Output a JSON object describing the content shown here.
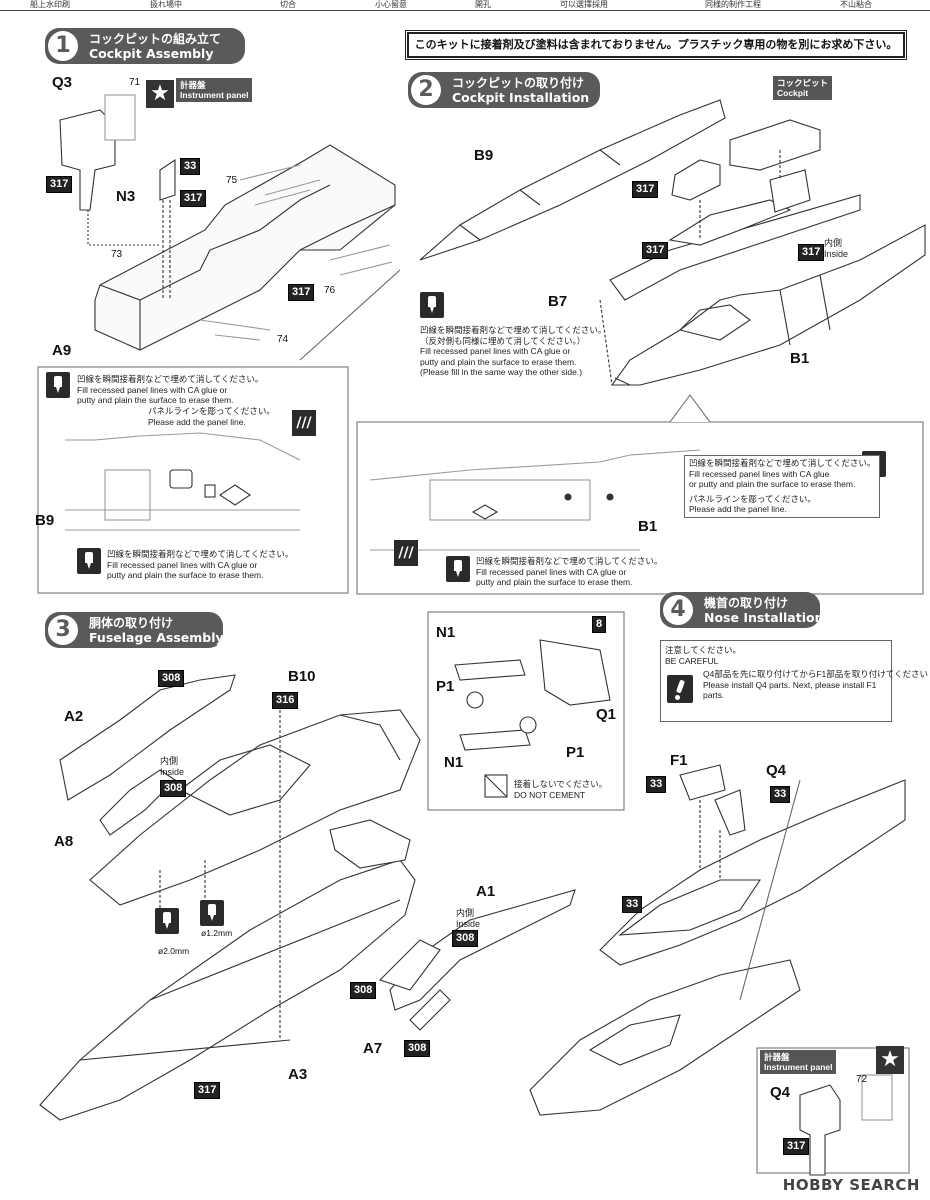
{
  "top_strip": {
    "cells": [
      "船上水印刷",
      "扱れ場中",
      "切合",
      "小心留意",
      "開孔",
      "可以選擇採用",
      "同様的制作工程",
      "不山粘合"
    ]
  },
  "notice": "このキットに接着剤及び塗料は含まれておりません。プラスチック専用の物を別にお求め下さい。",
  "steps": [
    {
      "num": "1",
      "jp": "コックピットの組み立て",
      "en": "Cockpit Assembly"
    },
    {
      "num": "2",
      "jp": "コックピットの取り付け",
      "en": "Cockpit Installation"
    },
    {
      "num": "3",
      "jp": "胴体の取り付け",
      "en": "Fuselage Assembly"
    },
    {
      "num": "4",
      "jp": "機首の取り付け",
      "en": "Nose Installation"
    }
  ],
  "tags": {
    "instrument_panel_jp": "計器盤",
    "instrument_panel_en": "Instrument panel",
    "cockpit_jp": "コックピット",
    "cockpit_en": "Cockpit",
    "inside_jp": "内側",
    "inside_en": "Inside"
  },
  "parts": {
    "q3": "Q3",
    "n3": "N3",
    "a9": "A9",
    "b9": "B9",
    "b7": "B7",
    "b1": "B1",
    "a2": "A2",
    "a8": "A8",
    "b10": "B10",
    "a1": "A1",
    "a7": "A7",
    "a3": "A3",
    "n1": "N1",
    "p1": "P1",
    "q1": "Q1",
    "f1": "F1",
    "q4": "Q4"
  },
  "decals": {
    "d71": "71",
    "d72": "72",
    "d73": "73",
    "d74": "74",
    "d75": "75",
    "d76": "76"
  },
  "paint_codes": {
    "c317": "317",
    "c33": "33",
    "c308": "308",
    "c316": "316",
    "c8": "8"
  },
  "drill": {
    "d1": "ø2.0mm",
    "d2": "ø1.2mm"
  },
  "notes": {
    "fill_jp": "凹線を瞬間接着剤などで埋めて消してください。",
    "fill_en1": "Fill recessed panel lines with CA glue or",
    "fill_en2": "putty and plain the surface to erase them.",
    "fill_other_jp": "（反対側も同様に埋めて消してください。）",
    "fill_other_en": "(Please fill in the same way the other side.)",
    "fill_en1_b": "Fill recessed panel lines with CA glue",
    "fill_en2_b": "or putty and plain the surface to erase them.",
    "panel_jp": "パネルラインを彫ってください。",
    "panel_en": "Please add the panel line.",
    "dont_jp": "接着しないでください。",
    "dont_en": "DO NOT CEMENT",
    "care_jp": "注意してください。",
    "care_en": "BE CAREFUL",
    "q4_jp": "Q4部品を先に取り付けてからF1部品を取り付けてください",
    "q4_en1": "Please install Q4 parts. Next, please install F1",
    "q4_en2": "parts."
  },
  "watermark": "HOBBY SEARCH"
}
